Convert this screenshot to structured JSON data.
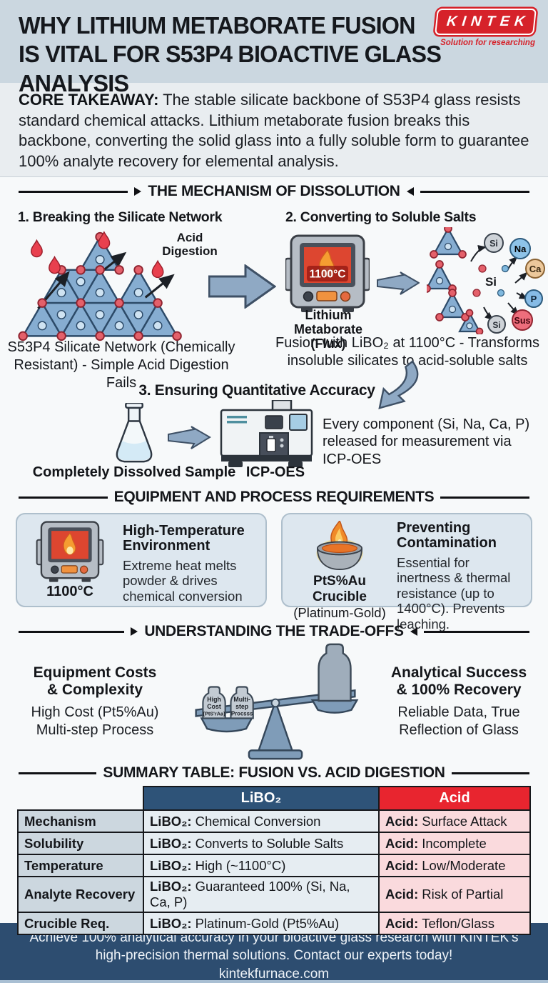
{
  "colors": {
    "brand_red": "#d6222a",
    "navy": "#2d4d70",
    "table_blue": "#2e5378",
    "table_red": "#e8252f",
    "arrow_fill": "#8fa9c4",
    "band_bg": "#cbd7e0"
  },
  "header": {
    "title_line1": "WHY LITHIUM METABORATE FUSION",
    "title_line2": "IS VITAL FOR S53P4 BIOACTIVE GLASS ANALYSIS",
    "logo_text": "KINTEK",
    "logo_tagline": "Solution for researching"
  },
  "takeaway": {
    "label": "CORE TAKEAWAY:",
    "text": " The stable silicate backbone of S53P4 glass resists standard chemical attacks. Lithium metaborate fusion breaks this backbone, converting the solid glass into a fully soluble form to guarantee 100% analyte recovery for elemental analysis."
  },
  "mechanism": {
    "title": "THE MECHANISM OF DISSOLUTION",
    "step1": {
      "title": "1. Breaking the Silicate Network",
      "acid_label": "Acid Digestion",
      "caption": "S53P4 Silicate Network (Chemically Resistant) - Simple Acid Digestion Fails"
    },
    "step2": {
      "title": "2. Converting to Soluble Salts",
      "furnace_temp": "1100°C",
      "flux_line1": "Lithium Metaborate",
      "flux_line2": "(Flux)",
      "caption": "Fusion with LiBO₂ at 1100°C - Transforms insoluble silicates to acid-soluble salts",
      "si_center": "Si"
    },
    "bubbles": {
      "b1": "Si",
      "b2": "Na",
      "b3": "Ca",
      "b4": "P",
      "b5": "Sus",
      "b6": "Si"
    },
    "step3": {
      "title": "3. Ensuring Quantitative Accuracy",
      "flask_caption": "Completely Dissolved Sample",
      "machine_caption": "ICP-OES",
      "note": "Every component (Si, Na, Ca, P) released for measurement via ICP-OES"
    }
  },
  "equipment": {
    "title": "EQUIPMENT AND PROCESS REQUIREMENTS",
    "card1": {
      "temp": "1100°C",
      "title": "High-Temperature Environment",
      "text": "Extreme heat melts powder & drives chemical conversion"
    },
    "card2": {
      "crucible_line1": "PtS%Au Crucible",
      "crucible_line2": "(Platinum-Gold)",
      "title": "Preventing Contamination",
      "text": "Essential for inertness & thermal resistance (up to 1400°C). Prevents leaching."
    }
  },
  "tradeoffs": {
    "title": "UNDERSTANDING THE TRADE-OFFS",
    "left": {
      "heading1": "Equipment Costs",
      "heading2": "& Complexity",
      "body1": "High Cost (Pt5%Au)",
      "body2": "Multi-step Process"
    },
    "right": {
      "heading1": "Analytical Success",
      "heading2": "& 100% Recovery",
      "body1": "Reliable Data, True",
      "body2": "Reflection of Glass"
    },
    "weight_small1": {
      "l1": "High",
      "l2": "Cost",
      "l3": "(PtS'rAa)"
    },
    "weight_small2": {
      "l1": "Multi-",
      "l2": "step",
      "l3": "Procsss"
    }
  },
  "summary_table": {
    "title": "SUMMARY TABLE: FUSION VS. ACID DIGESTION",
    "col_libo2": "LiBO₂",
    "col_acid": "Acid",
    "rows": [
      {
        "label": "Mechanism",
        "libo2_prefix": "LiBO₂:",
        "libo2_value": "Chemical Conversion",
        "acid_prefix": "Acid:",
        "acid_value": "Surface Attack"
      },
      {
        "label": "Solubility",
        "libo2_prefix": "LiBO₂:",
        "libo2_value": "Converts to Soluble Salts",
        "acid_prefix": "Acid:",
        "acid_value": "Incomplete"
      },
      {
        "label": "Temperature",
        "libo2_prefix": "LiBO₂:",
        "libo2_value": "High (~1100°C)",
        "acid_prefix": "Acid:",
        "acid_value": "Low/Moderate"
      },
      {
        "label": "Analyte Recovery",
        "libo2_prefix": "LiBO₂:",
        "libo2_value": "Guaranteed 100% (Si, Na, Ca, P)",
        "acid_prefix": "Acid:",
        "acid_value": "Risk of Partial"
      },
      {
        "label": "Crucible Req.",
        "libo2_prefix": "LiBO₂:",
        "libo2_value": "Platinum-Gold (Pt5%Au)",
        "acid_prefix": "Acid:",
        "acid_value": "Teflon/Glass"
      }
    ]
  },
  "footer": {
    "line1": "Achieve 100% analytical accuracy in your bioactive glass research with KINTEK’s",
    "line2": "high-precision thermal solutions. Contact our experts today!",
    "url": "kintekfurnace.com"
  }
}
